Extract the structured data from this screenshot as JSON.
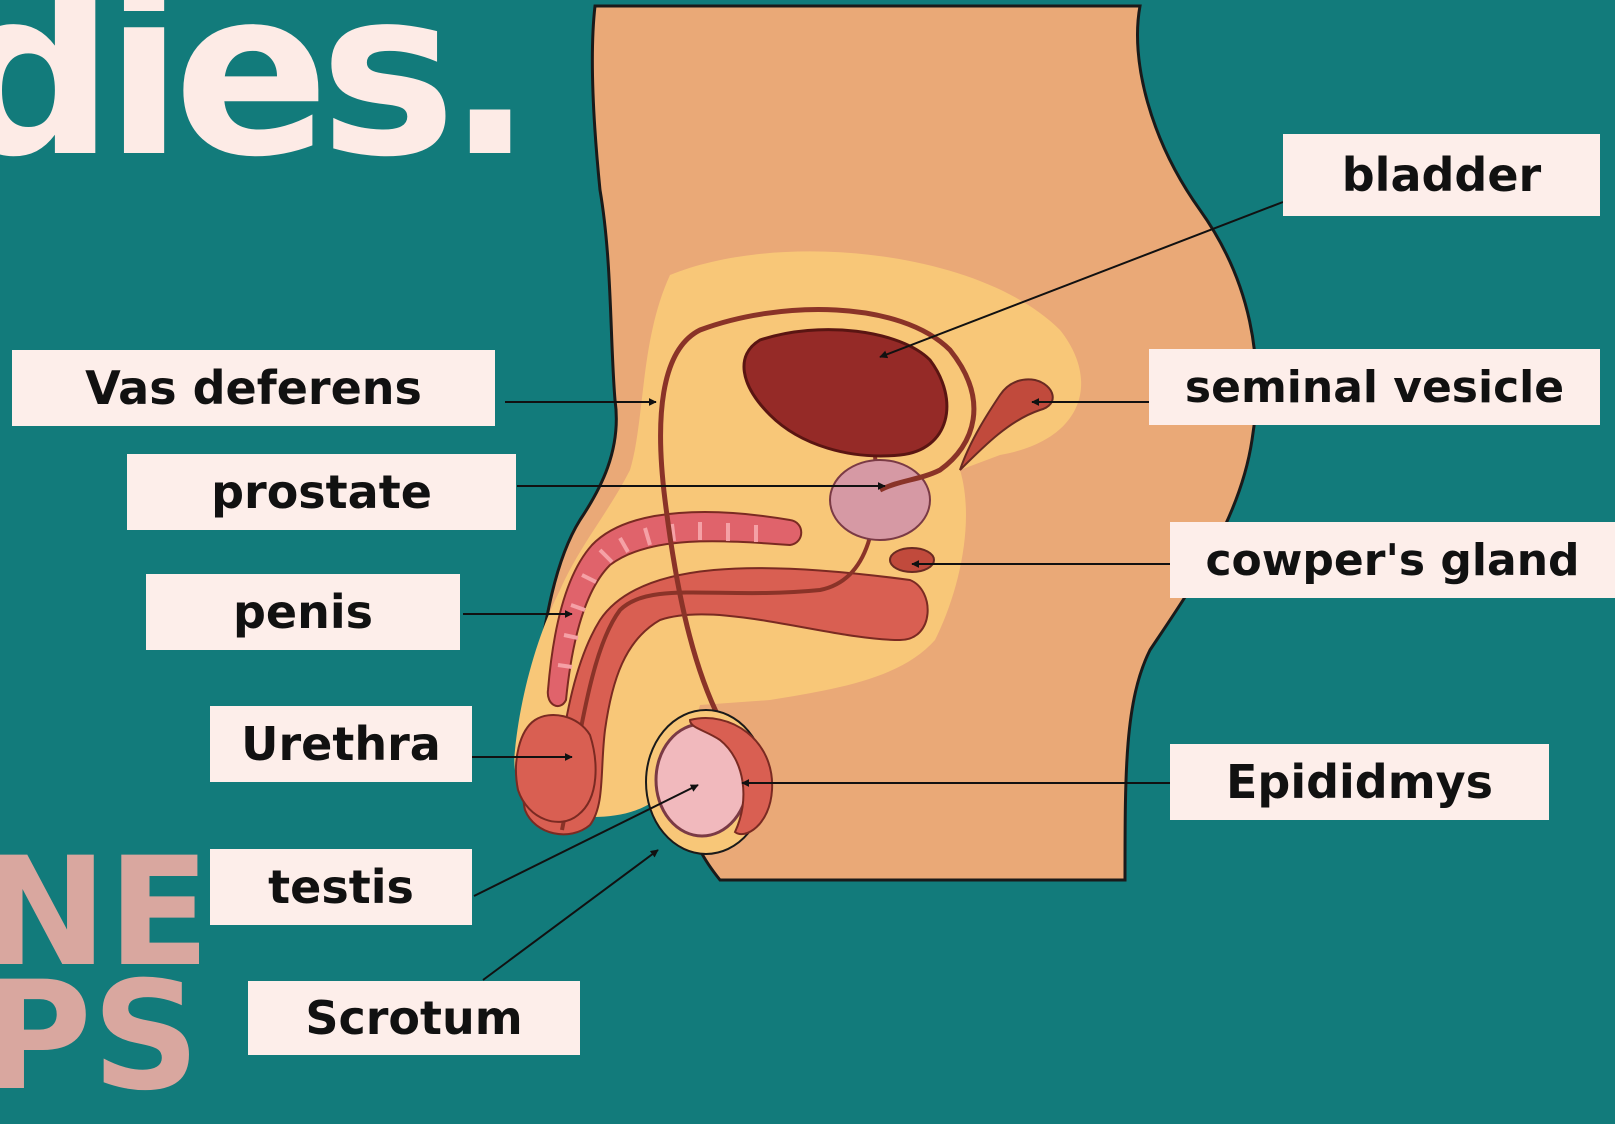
{
  "title_fragment": "dies.",
  "side_word_lines": [
    "NE",
    "PS"
  ],
  "labels": {
    "vas_deferens": "Vas deferens",
    "prostate": "prostate",
    "penis": "penis",
    "urethra": "Urethra",
    "testis": "testis",
    "scrotum": "Scrotum",
    "bladder": "bladder",
    "seminal_vesicle": "seminal vesicle",
    "cowpers_gland": "cowper's gland",
    "epididymis": "Epididmys"
  },
  "colors": {
    "background": "#127b7b",
    "body": "#eaa977",
    "fat_layer": "#f8c778",
    "bladder": "#952a27",
    "tissue": "#d95f52",
    "prostate": "#d699a4",
    "testis": "#f1b9bd",
    "label_bg": "#fdeeea",
    "title_text": "#fdebe6",
    "side_text": "#d9a79f"
  }
}
